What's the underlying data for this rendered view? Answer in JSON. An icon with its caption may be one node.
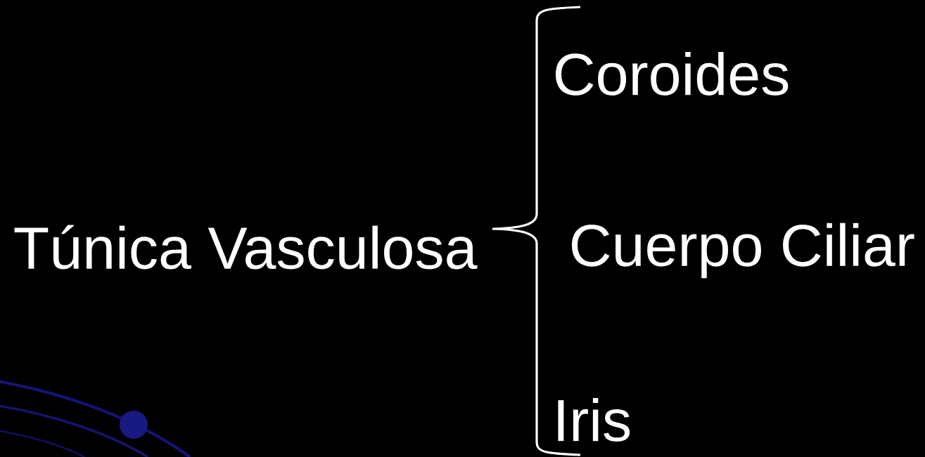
{
  "diagram": {
    "labels": [
      "Túnica Vasculosa",
      "Coroides",
      "Cuerpo Ciliar",
      "Iris"
    ]
  }
}
